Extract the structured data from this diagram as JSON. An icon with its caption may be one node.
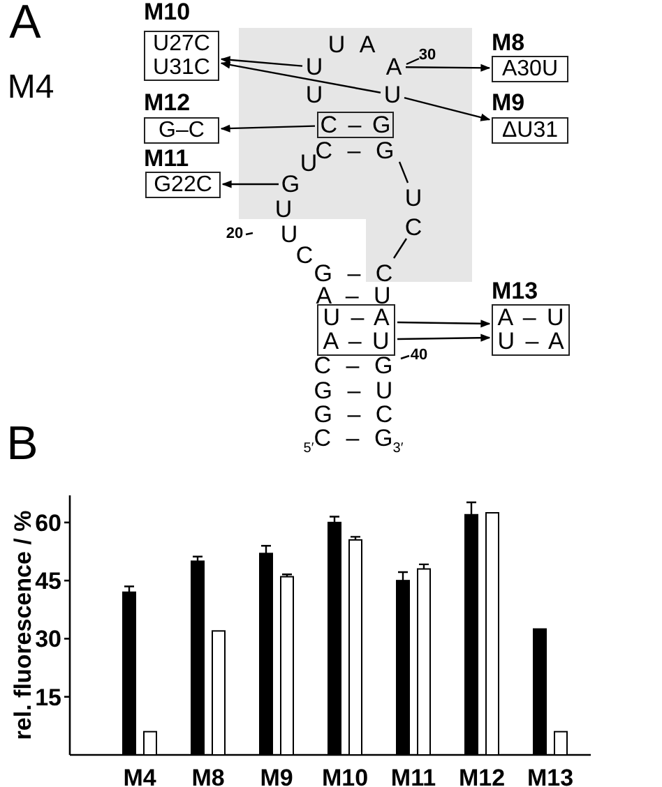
{
  "diagram": {
    "nodes": [
      {
        "text": [
          "M10",
          "U27C U31C"
        ]
      },
      {
        "text": [
          "U"
        ]
      },
      {
        "text": [
          "A"
        ],
        "beside": [
          "30"
        ]
      },
      {
        "text": [
          "M8",
          "A30U"
        ]
      },
      {
        "text": [
          "U"
        ]
      },
      {
        "text": [
          "M9",
          "ΔU31"
        ]
      },
      {
        "text": [
          "M12",
          "G–C"
        ]
      },
      {
        "text": [
          "C – G"
        ]
      },
      {
        "text": [
          "M11",
          "G22C"
        ]
      },
      {
        "text": [
          "G"
        ]
      },
      {
        "text": [
          "U – A A – U"
        ]
      },
      {
        "text": [
          "M13",
          "A – U U – A"
        ]
      }
    ],
    "edges": [
      {
        "from": 1,
        "to": 0,
        "arrow": "to"
      },
      {
        "from": 4,
        "to": 0,
        "arrow": "to"
      },
      {
        "from": 2,
        "to": 3,
        "arrow": "to"
      },
      {
        "from": 4,
        "to": 5,
        "arrow": "to"
      },
      {
        "from": 7,
        "to": 6,
        "arrow": "to"
      },
      {
        "from": 9,
        "to": 8,
        "arrow": "to"
      },
      {
        "from": 10,
        "to": 11,
        "arrow": "to"
      },
      {
        "from": 10,
        "to": 11,
        "arrow": "to"
      }
    ],
    "labels": [
      "A",
      "M4",
      "U",
      "A",
      "U",
      "C – G",
      "U",
      "U",
      "20",
      "U",
      "U",
      "C",
      "C",
      "G – C",
      "A – U",
      "C – G",
      "40",
      "G – U",
      "G – C",
      "5′",
      "C – G",
      "3′",
      "B"
    ],
    "chart_data": {
      "type": "bar",
      "ylabel": "rel. fluorescence / %",
      "categories": [
        "M4",
        "M8",
        "M9",
        "M10",
        "M11",
        "M12",
        "M13"
      ],
      "series": [
        {
          "color": "#000000",
          "values": [
            42,
            50,
            52,
            60,
            45,
            62,
            32.5
          ]
        },
        {
          "color": "#ffffff",
          "values": [
            6,
            32,
            46,
            55.5,
            48,
            62.5,
            6
          ]
        }
      ],
      "ylim": [
        0,
        67
      ],
      "yticks": [
        15,
        30,
        45,
        60
      ]
    }
  }
}
